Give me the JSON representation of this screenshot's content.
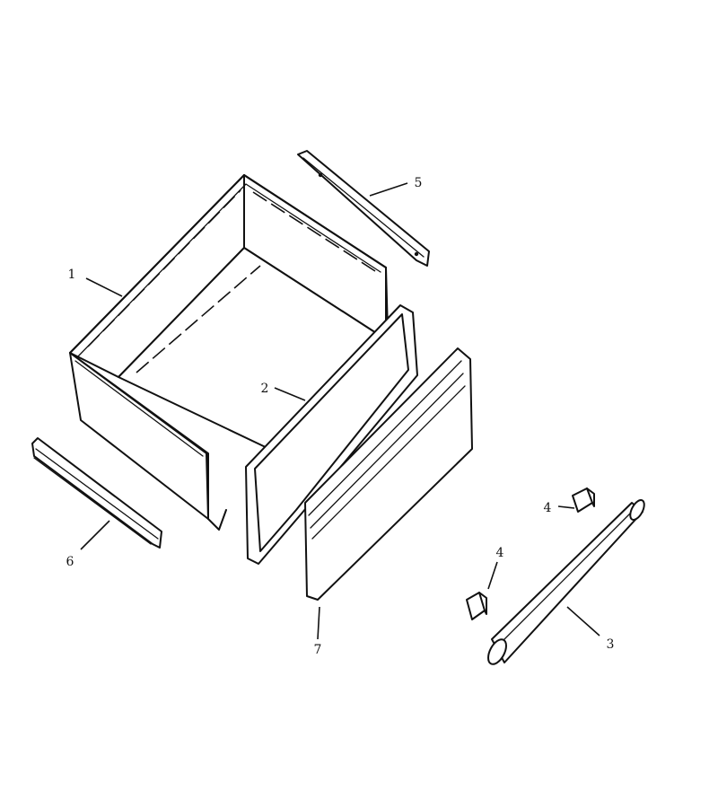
{
  "diagram": {
    "parts": [
      {
        "id": "drawer-box",
        "callout": "1"
      },
      {
        "id": "drawer-front-frame",
        "callout": "2"
      },
      {
        "id": "handle",
        "callout": "3"
      },
      {
        "id": "handle-end-cap-right",
        "callout": "4"
      },
      {
        "id": "handle-end-cap-left",
        "callout": "4"
      },
      {
        "id": "rear-rail",
        "callout": "5"
      },
      {
        "id": "side-rail",
        "callout": "6"
      },
      {
        "id": "drawer-front-panel",
        "callout": "7"
      }
    ]
  }
}
